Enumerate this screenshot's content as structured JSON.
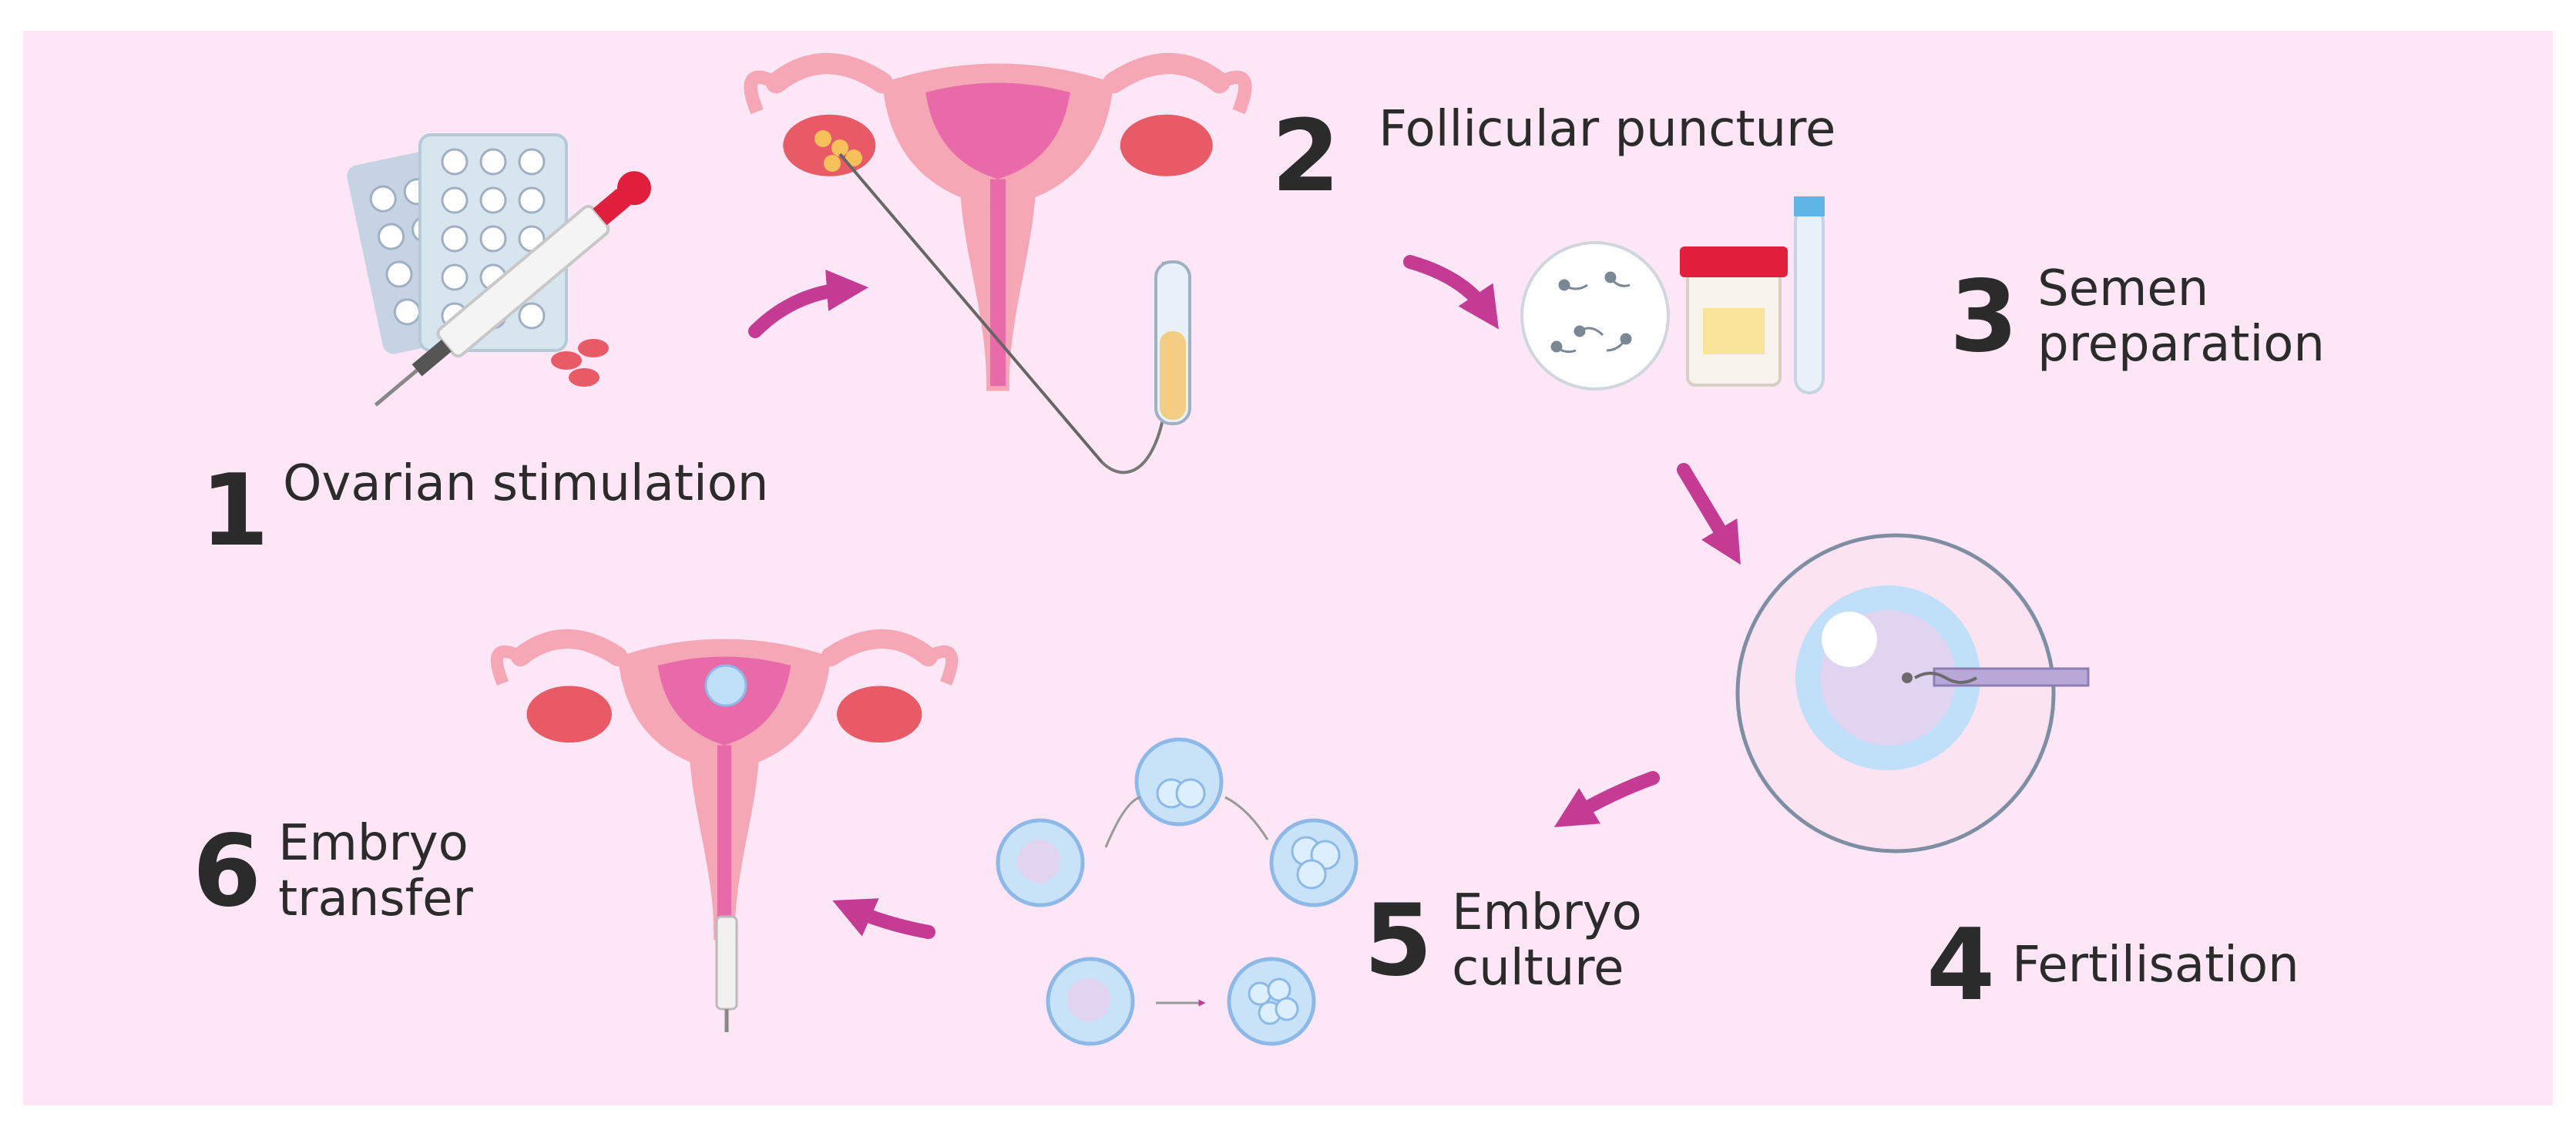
{
  "colors": {
    "background": "#fde7f6",
    "arrow": "#c53a93",
    "text": "#2b2b2b",
    "uterus": "#f5a7b6",
    "ovary": "#e85a65",
    "cell": "#a9cff4",
    "container_lid": "#e21e3d"
  },
  "steps": [
    {
      "number": "1",
      "label_lines": [
        "Ovarian stimulation"
      ],
      "icon": "pills-and-syringe-icon"
    },
    {
      "number": "2",
      "label_lines": [
        "Follicular puncture"
      ],
      "icon": "uterus-puncture-icon"
    },
    {
      "number": "3",
      "label_lines": [
        "Semen",
        "preparation"
      ],
      "icon": "semen-container-icon"
    },
    {
      "number": "4",
      "label_lines": [
        "Fertilisation"
      ],
      "icon": "icsi-egg-icon"
    },
    {
      "number": "5",
      "label_lines": [
        "Embryo",
        "culture"
      ],
      "icon": "embryo-cells-icon"
    },
    {
      "number": "6",
      "label_lines": [
        "Embryo",
        "transfer"
      ],
      "icon": "uterus-transfer-icon"
    }
  ]
}
